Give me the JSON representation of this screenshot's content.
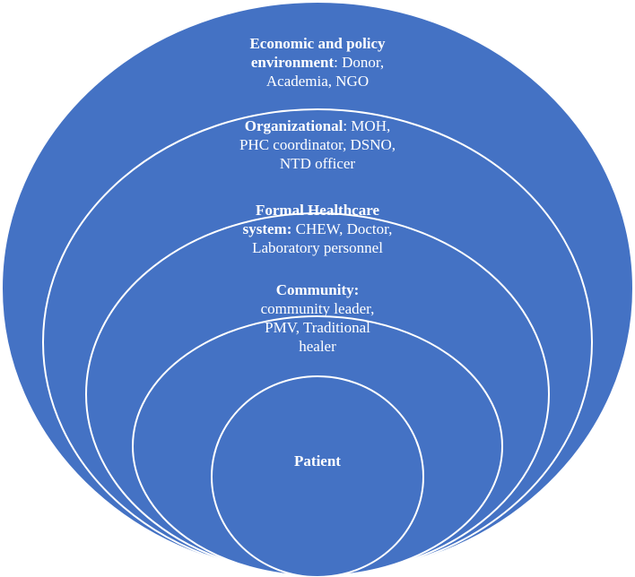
{
  "layers": [
    {
      "id": "economic",
      "lines": [
        [
          {
            "text": "Economic and policy",
            "bold": true
          }
        ],
        [
          {
            "text": "environment",
            "bold": true
          },
          {
            "text": ": Donor,",
            "bold": false
          }
        ],
        [
          {
            "text": "Academia, NGO",
            "bold": false
          }
        ]
      ]
    },
    {
      "id": "organizational",
      "lines": [
        [
          {
            "text": "Organizational",
            "bold": true
          },
          {
            "text": ": MOH,",
            "bold": false
          }
        ],
        [
          {
            "text": "PHC coordinator, DSNO,",
            "bold": false
          }
        ],
        [
          {
            "text": "NTD officer",
            "bold": false
          }
        ]
      ]
    },
    {
      "id": "formal-healthcare",
      "lines": [
        [
          {
            "text": "Formal Healthcare",
            "bold": true
          }
        ],
        [
          {
            "text": "system:",
            "bold": true
          },
          {
            "text": " CHEW, Doctor,",
            "bold": false
          }
        ],
        [
          {
            "text": "Laboratory personnel",
            "bold": false
          }
        ]
      ]
    },
    {
      "id": "community",
      "lines": [
        [
          {
            "text": "Community:",
            "bold": true
          }
        ],
        [
          {
            "text": "community leader,",
            "bold": false
          }
        ],
        [
          {
            "text": "PMV, Traditional",
            "bold": false
          }
        ],
        [
          {
            "text": "healer",
            "bold": false
          }
        ]
      ]
    },
    {
      "id": "patient",
      "lines": [
        [
          {
            "text": "Patient",
            "bold": true
          }
        ]
      ]
    }
  ],
  "colors": {
    "fill": "#4472c4",
    "stroke": "#ffffff",
    "text": "#ffffff"
  }
}
